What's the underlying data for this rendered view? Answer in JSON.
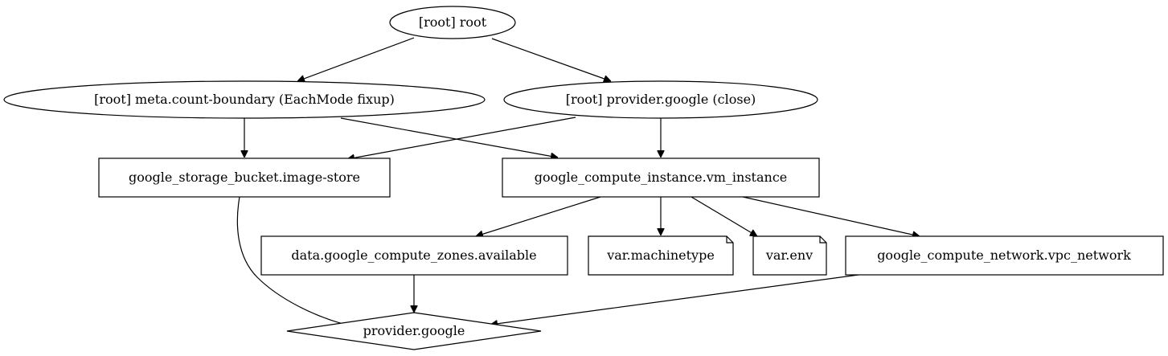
{
  "graph": {
    "nodes": {
      "root": {
        "label": "[root] root",
        "shape": "ellipse"
      },
      "meta_count_boundary": {
        "label": "[root] meta.count-boundary (EachMode fixup)",
        "shape": "ellipse"
      },
      "provider_google_close": {
        "label": "[root] provider.google (close)",
        "shape": "ellipse"
      },
      "storage_bucket": {
        "label": "google_storage_bucket.image-store",
        "shape": "box"
      },
      "compute_instance": {
        "label": "google_compute_instance.vm_instance",
        "shape": "box"
      },
      "compute_zones": {
        "label": "data.google_compute_zones.available",
        "shape": "box"
      },
      "var_machinetype": {
        "label": "var.machinetype",
        "shape": "note"
      },
      "var_env": {
        "label": "var.env",
        "shape": "note"
      },
      "vpc_network": {
        "label": "google_compute_network.vpc_network",
        "shape": "box"
      },
      "provider_google": {
        "label": "provider.google",
        "shape": "diamond"
      }
    },
    "edges": [
      {
        "from": "root",
        "to": "meta_count_boundary"
      },
      {
        "from": "root",
        "to": "provider_google_close"
      },
      {
        "from": "meta_count_boundary",
        "to": "storage_bucket"
      },
      {
        "from": "meta_count_boundary",
        "to": "compute_instance"
      },
      {
        "from": "provider_google_close",
        "to": "storage_bucket"
      },
      {
        "from": "provider_google_close",
        "to": "compute_instance"
      },
      {
        "from": "compute_instance",
        "to": "compute_zones"
      },
      {
        "from": "compute_instance",
        "to": "var_machinetype"
      },
      {
        "from": "compute_instance",
        "to": "var_env"
      },
      {
        "from": "compute_instance",
        "to": "vpc_network"
      },
      {
        "from": "storage_bucket",
        "to": "provider_google"
      },
      {
        "from": "compute_zones",
        "to": "provider_google"
      },
      {
        "from": "vpc_network",
        "to": "provider_google"
      }
    ]
  }
}
